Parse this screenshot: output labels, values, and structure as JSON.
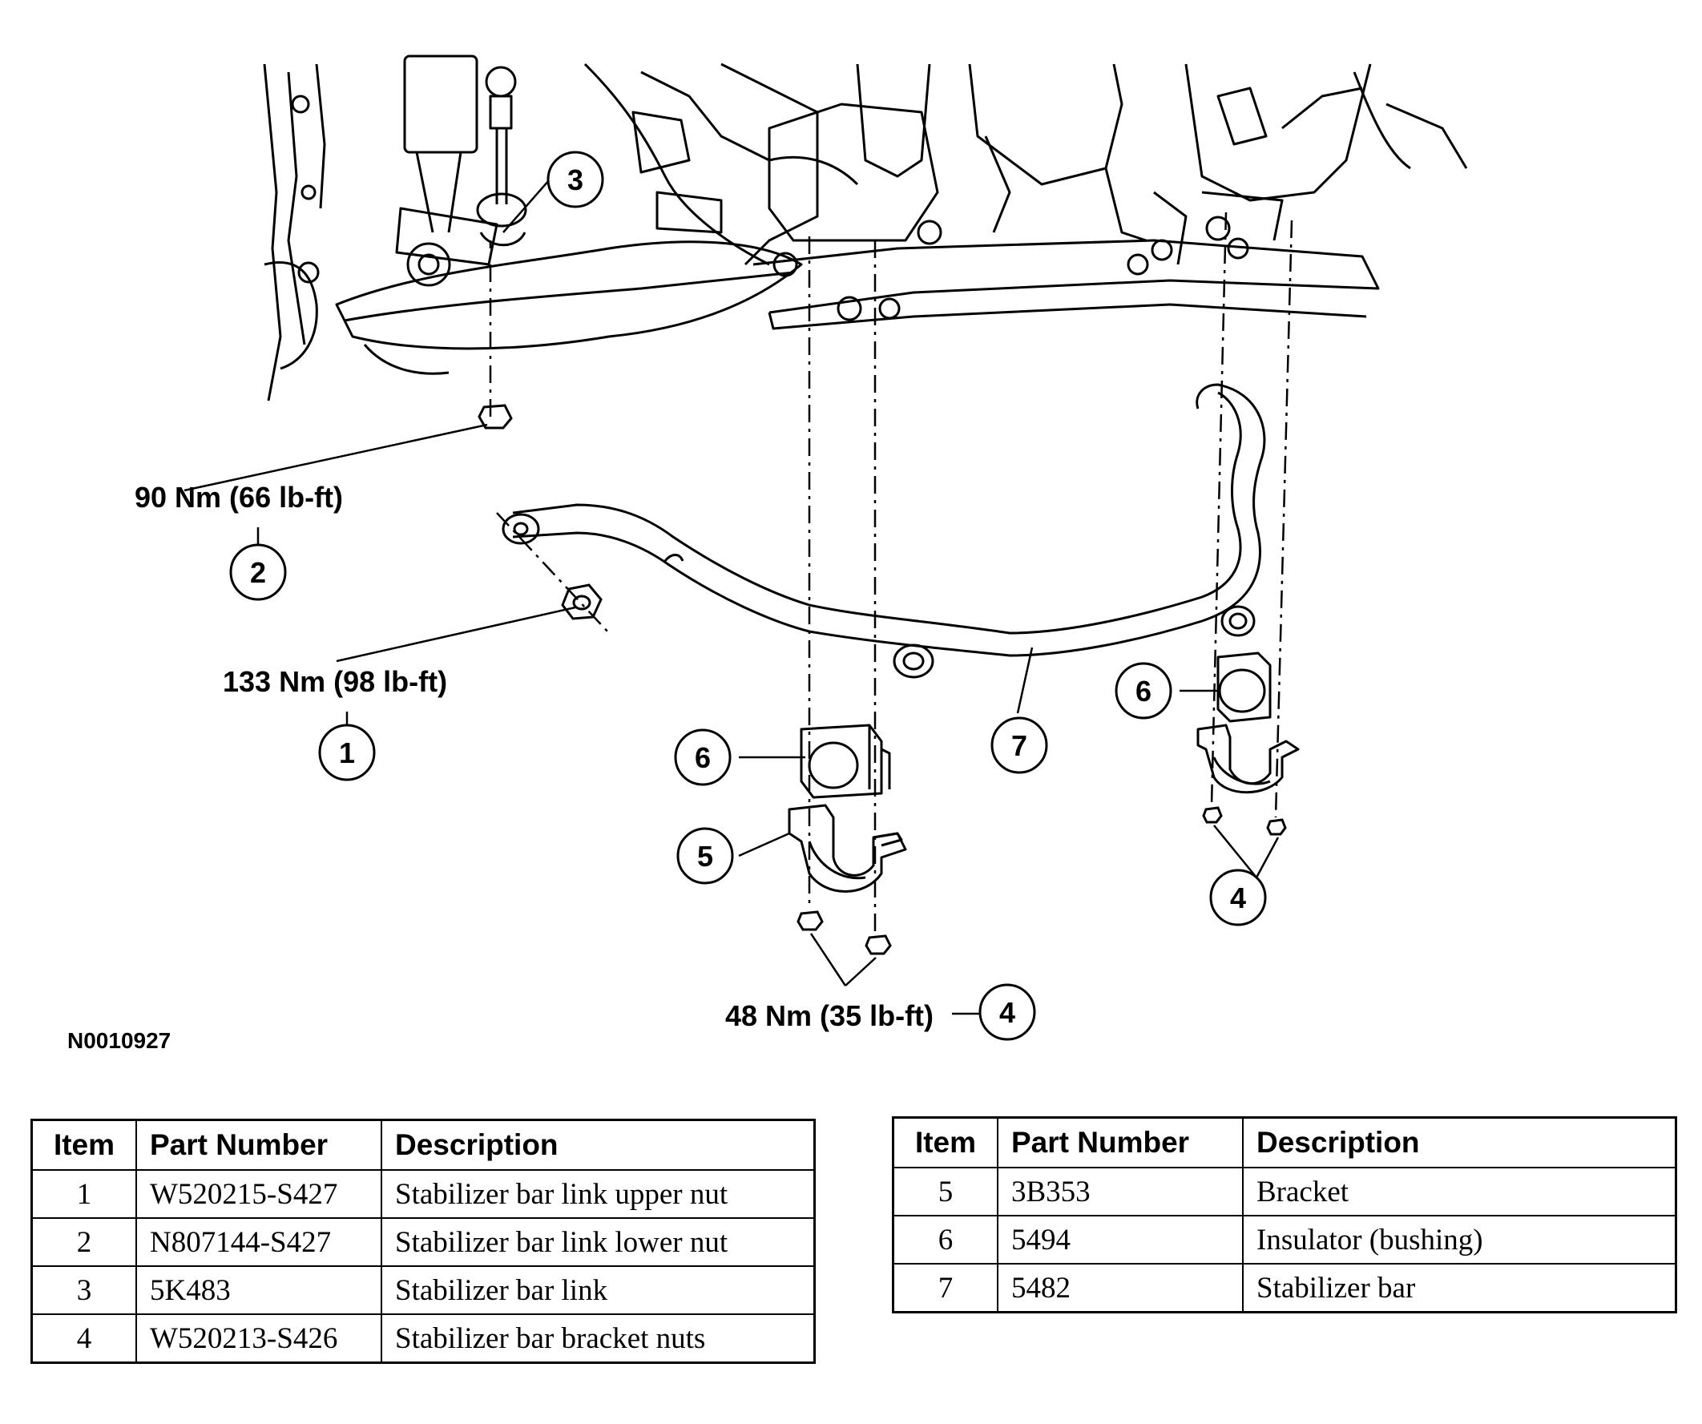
{
  "figure_code": "N0010927",
  "torque_labels": {
    "nut_90": "90 Nm (66 lb-ft)",
    "nut_133": "133 Nm (98 lb-ft)",
    "nut_48": "48 Nm (35 lb-ft)"
  },
  "callouts": {
    "c1": "1",
    "c2": "2",
    "c3": "3",
    "c4_torque": "4",
    "c4_right": "4",
    "c5": "5",
    "c6_left": "6",
    "c6_right": "6",
    "c7": "7"
  },
  "tables": {
    "headers": [
      "Item",
      "Part Number",
      "Description"
    ],
    "left_rows": [
      {
        "item": "1",
        "part_number": "W520215-S427",
        "description": "Stabilizer bar link upper nut"
      },
      {
        "item": "2",
        "part_number": "N807144-S427",
        "description": "Stabilizer bar link lower nut"
      },
      {
        "item": "3",
        "part_number": "5K483",
        "description": "Stabilizer bar link"
      },
      {
        "item": "4",
        "part_number": "W520213-S426",
        "description": "Stabilizer bar bracket nuts"
      }
    ],
    "right_rows": [
      {
        "item": "5",
        "part_number": "3B353",
        "description": "Bracket"
      },
      {
        "item": "6",
        "part_number": "5494",
        "description": "Insulator (bushing)"
      },
      {
        "item": "7",
        "part_number": "5482",
        "description": "Stabilizer bar"
      }
    ]
  }
}
